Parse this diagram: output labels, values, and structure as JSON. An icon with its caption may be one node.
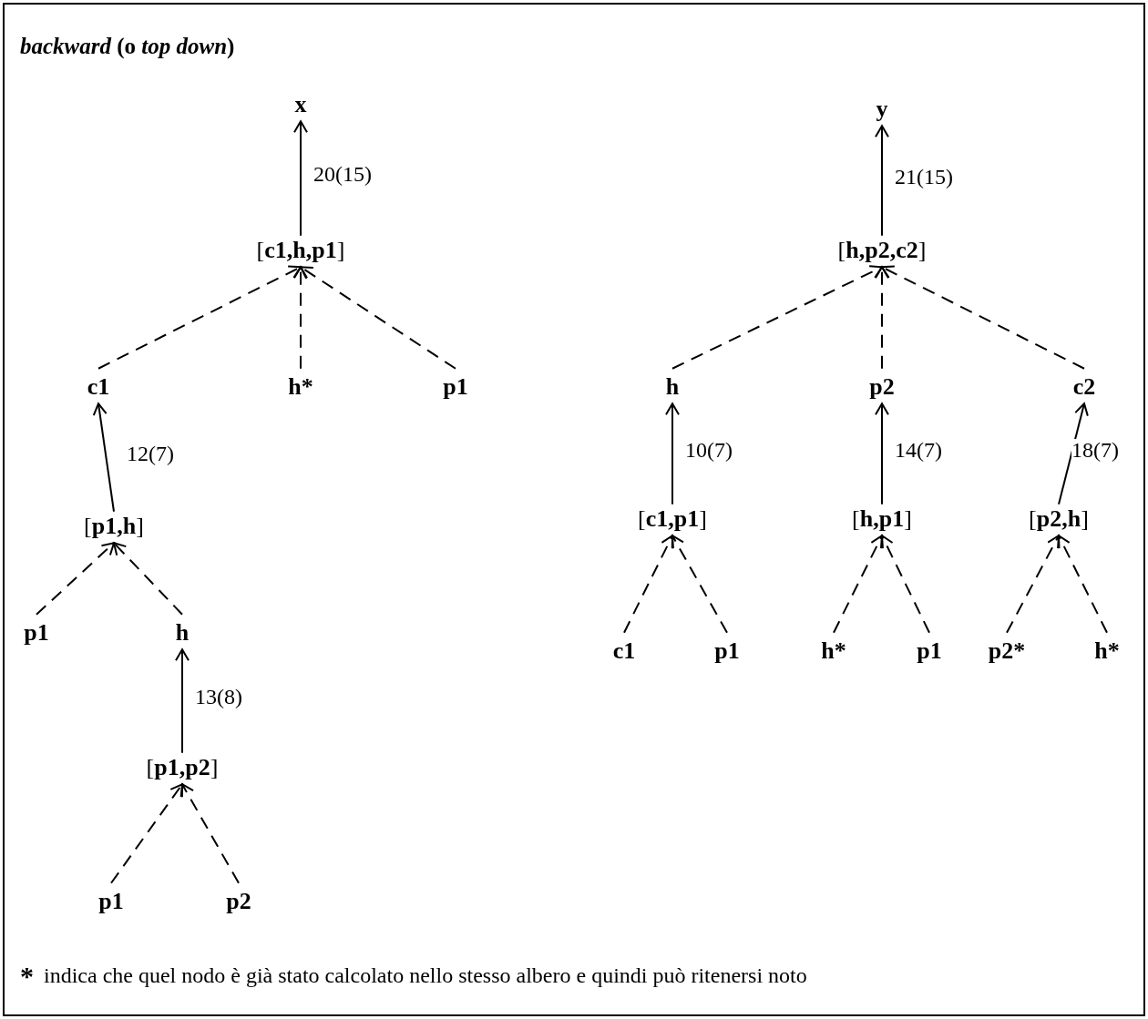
{
  "diagram": {
    "title": "*backward* (o *top down*)",
    "nodes": [
      {
        "text": [
          "x"
        ]
      },
      {
        "text": [
          "[**c1,h,p1**]"
        ]
      },
      {
        "text": [
          "c1"
        ]
      },
      {
        "text": [
          "h*"
        ]
      },
      {
        "text": [
          "p1"
        ]
      },
      {
        "text": [
          "[**p1,h**]"
        ]
      },
      {
        "text": [
          "p1"
        ]
      },
      {
        "text": [
          "h"
        ]
      },
      {
        "text": [
          "[**p1,p2**]"
        ]
      },
      {
        "text": [
          "p1"
        ]
      },
      {
        "text": [
          "p2"
        ]
      },
      {
        "text": [
          "y"
        ]
      },
      {
        "text": [
          "[**h,p2,c2**]"
        ]
      },
      {
        "text": [
          "h"
        ]
      },
      {
        "text": [
          "p2"
        ]
      },
      {
        "text": [
          "c2"
        ]
      },
      {
        "text": [
          "[**c1,p1**]"
        ]
      },
      {
        "text": [
          "[**h,p1**]"
        ]
      },
      {
        "text": [
          "[**p2,h**]"
        ]
      },
      {
        "text": [
          "c1"
        ]
      },
      {
        "text": [
          "p1"
        ]
      },
      {
        "text": [
          "h*"
        ]
      },
      {
        "text": [
          "p1"
        ]
      },
      {
        "text": [
          "p2*"
        ]
      },
      {
        "text": [
          "h*"
        ]
      }
    ],
    "edges": [
      {
        "from": 1,
        "to": 0,
        "arrow": "to",
        "label": "20(15)"
      },
      {
        "from": 2,
        "to": 1,
        "arrow": "to",
        "style": "dashed"
      },
      {
        "from": 3,
        "to": 1,
        "arrow": "to",
        "style": "dashed"
      },
      {
        "from": 4,
        "to": 1,
        "arrow": "to",
        "style": "dashed"
      },
      {
        "from": 5,
        "to": 2,
        "arrow": "to",
        "label": "12(7)"
      },
      {
        "from": 6,
        "to": 5,
        "arrow": "to",
        "style": "dashed"
      },
      {
        "from": 7,
        "to": 5,
        "arrow": "to",
        "style": "dashed"
      },
      {
        "from": 8,
        "to": 7,
        "arrow": "to",
        "label": "13(8)"
      },
      {
        "from": 9,
        "to": 8,
        "arrow": "to",
        "style": "dashed"
      },
      {
        "from": 10,
        "to": 8,
        "arrow": "to",
        "style": "dashed"
      },
      {
        "from": 12,
        "to": 11,
        "arrow": "to",
        "label": "21(15)"
      },
      {
        "from": 13,
        "to": 12,
        "arrow": "to",
        "style": "dashed"
      },
      {
        "from": 14,
        "to": 12,
        "arrow": "to",
        "style": "dashed"
      },
      {
        "from": 15,
        "to": 12,
        "arrow": "to",
        "style": "dashed"
      },
      {
        "from": 16,
        "to": 13,
        "arrow": "to",
        "label": "10(7)"
      },
      {
        "from": 17,
        "to": 14,
        "arrow": "to",
        "label": "14(7)"
      },
      {
        "from": 18,
        "to": 15,
        "arrow": "to",
        "label": "18(7)"
      },
      {
        "from": 19,
        "to": 16,
        "arrow": "to",
        "style": "dashed"
      },
      {
        "from": 20,
        "to": 16,
        "arrow": "to",
        "style": "dashed"
      },
      {
        "from": 21,
        "to": 17,
        "arrow": "to",
        "style": "dashed"
      },
      {
        "from": 22,
        "to": 17,
        "arrow": "to",
        "style": "dashed"
      },
      {
        "from": 23,
        "to": 18,
        "arrow": "to",
        "style": "dashed"
      },
      {
        "from": 24,
        "to": 18,
        "arrow": "to",
        "style": "dashed"
      }
    ],
    "labels": [
      "*",
      "indica che quel nodo è già stato calcolato nello stesso albero e quindi può ritenersi noto"
    ]
  }
}
